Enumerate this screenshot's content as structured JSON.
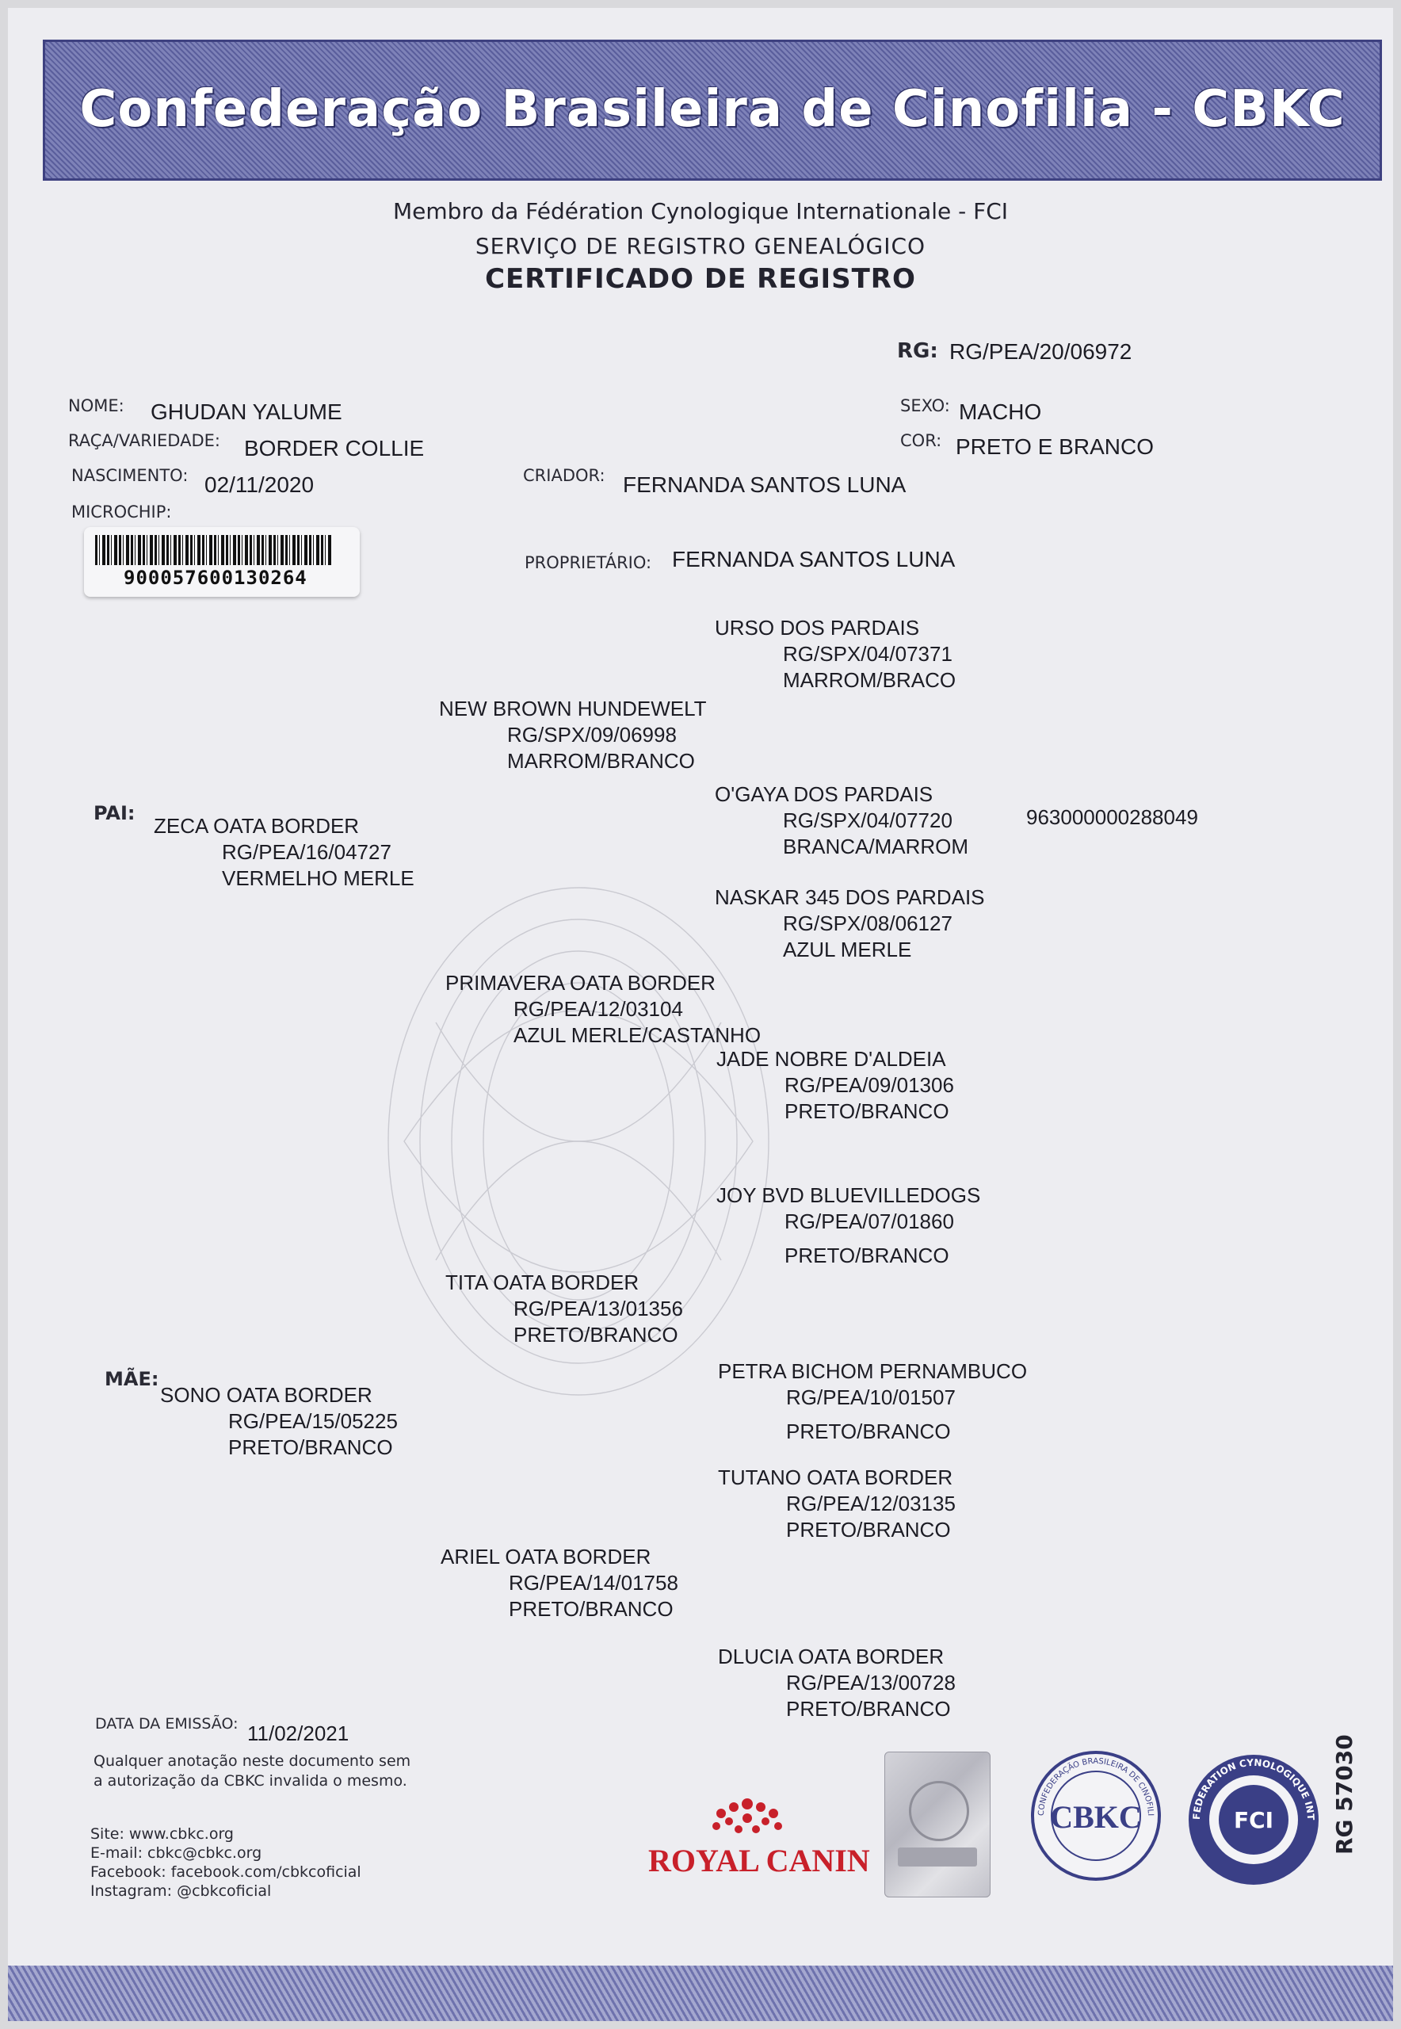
{
  "header": {
    "banner_title": "Confederação Brasileira de Cinofilia - CBKC",
    "member_line": "Membro da Fédération Cynologique Internationale - FCI",
    "service_line": "SERVIÇO DE REGISTRO GENEALÓGICO",
    "certificate_title": "CERTIFICADO DE REGISTRO"
  },
  "registration": {
    "rg_label": "RG:",
    "rg_value": "RG/PEA/20/06972"
  },
  "dog": {
    "name_label": "NOME:",
    "name": "GHUDAN  YALUME",
    "breed_label": "RAÇA/VARIEDADE:",
    "breed": "BORDER COLLIE",
    "birth_label": "NASCIMENTO:",
    "birth_date": "02/11/2020",
    "microchip_label": "MICROCHIP:",
    "microchip_number": "900057600130264",
    "sex_label": "SEXO:",
    "sex": "MACHO",
    "color_label": "COR:",
    "color": "PRETO E BRANCO",
    "breeder_label": "CRIADOR:",
    "breeder": "FERNANDA SANTOS LUNA",
    "owner_label": "PROPRIETÁRIO:",
    "owner": "FERNANDA SANTOS LUNA"
  },
  "pedigree": {
    "sire_label": "PAI:",
    "dam_label": "MÃE:",
    "sire": {
      "name": "ZECA OATA BORDER",
      "rg": "RG/PEA/16/04727",
      "color": "VERMELHO MERLE"
    },
    "dam": {
      "name": "SONO OATA BORDER",
      "rg": "RG/PEA/15/05225",
      "color": "PRETO/BRANCO"
    },
    "grandparents": [
      {
        "name": "NEW BROWN HUNDEWELT",
        "rg": "RG/SPX/09/06998",
        "color": "MARROM/BRANCO"
      },
      {
        "name": "PRIMAVERA OATA BORDER",
        "rg": "RG/PEA/12/03104",
        "color": "AZUL MERLE/CASTANHO"
      },
      {
        "name": "TITA OATA BORDER",
        "rg": "RG/PEA/13/01356",
        "color": "PRETO/BRANCO"
      },
      {
        "name": "ARIEL OATA BORDER",
        "rg": "RG/PEA/14/01758",
        "color": "PRETO/BRANCO"
      }
    ],
    "great_grandparents": [
      {
        "name": "URSO DOS PARDAIS",
        "rg": "RG/SPX/04/07371",
        "color": "MARROM/BRACO"
      },
      {
        "name": "O'GAYA DOS PARDAIS",
        "rg": "RG/SPX/04/07720",
        "color": "BRANCA/MARROM"
      },
      {
        "name": "NASKAR 345 DOS PARDAIS",
        "rg": "RG/SPX/08/06127",
        "color": "AZUL MERLE"
      },
      {
        "name": "JADE NOBRE D'ALDEIA",
        "rg": "RG/PEA/09/01306",
        "color": "PRETO/BRANCO"
      },
      {
        "name": "JOY BVD BLUEVILLEDOGS",
        "rg": "RG/PEA/07/01860",
        "color": "PRETO/BRANCO"
      },
      {
        "name": "PETRA BICHOM PERNAMBUCO",
        "rg": "RG/PEA/10/01507",
        "color": "PRETO/BRANCO"
      },
      {
        "name": "TUTANO OATA BORDER",
        "rg": "RG/PEA/12/03135",
        "color": "PRETO/BRANCO"
      },
      {
        "name": "DLUCIA OATA BORDER",
        "rg": "RG/PEA/13/00728",
        "color": "PRETO/BRANCO"
      }
    ],
    "extra_microchip": "963000000288049"
  },
  "footer": {
    "issue_label": "DATA DA EMISSÃO:",
    "issue_date": "11/02/2021",
    "notice_line1": "Qualquer anotação neste documento sem",
    "notice_line2": "a autorização da CBKC invalida o mesmo.",
    "site": "Site: www.cbkc.org",
    "email": "E-mail: cbkc@cbkc.org",
    "facebook": "Facebook: facebook.com/cbkcoficial",
    "instagram": "Instagram: @cbkcoficial",
    "sponsor": "ROYAL CANIN",
    "form_code": "RG 57030",
    "cbkc_seal_text": "CONFEDERAÇÃO BRASILEIRA DE CINOFILIA",
    "cbkc_seal_mark": "CBKC",
    "fci_seal_text": "FEDERATION CYNOLOGIQUE INTERNATIONALE",
    "fci_seal_mark": "FCI"
  },
  "colors": {
    "banner": "#5a5e9c",
    "paper": "#ededf1",
    "sponsor_red": "#c8202a",
    "seal_blue": "#3a3f86"
  }
}
